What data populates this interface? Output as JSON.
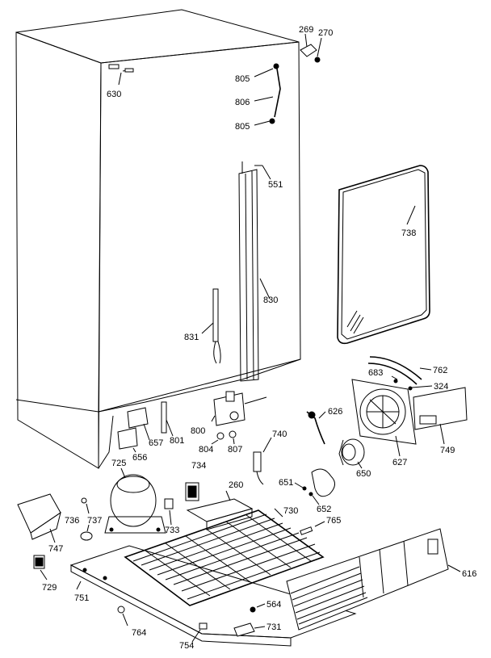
{
  "labels": {
    "p269": "269",
    "p270": "270",
    "p805a": "805",
    "p806": "806",
    "p805b": "805",
    "p630": "630",
    "p551": "551",
    "p738": "738",
    "p830": "830",
    "p831": "831",
    "p762": "762",
    "p683": "683",
    "p324": "324",
    "p626": "626",
    "p800": "800",
    "p657": "657",
    "p801": "801",
    "p740": "740",
    "p804": "804",
    "p807": "807",
    "p656": "656",
    "p725": "725",
    "p734": "734",
    "p650": "650",
    "p627": "627",
    "p749": "749",
    "p651": "651",
    "p652": "652",
    "p260": "260",
    "p730": "730",
    "p736": "736",
    "p737": "737",
    "p733": "733",
    "p765": "765",
    "p747": "747",
    "p729": "729",
    "p751": "751",
    "p616": "616",
    "p564": "564",
    "p764": "764",
    "p731": "731",
    "p754": "754"
  }
}
